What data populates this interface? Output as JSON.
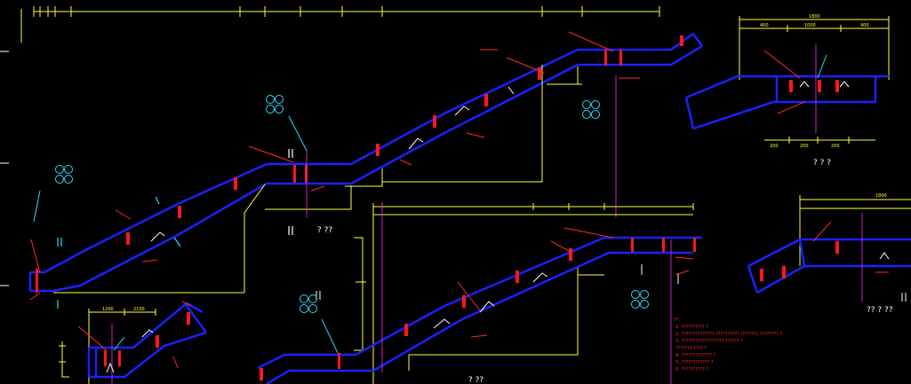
{
  "colors": {
    "background": "#000000",
    "stair_outline": "#1a22ff",
    "rebar": "#ff1a1a",
    "dimension": "#ffff33",
    "leader": "#22e0ff",
    "annotation_text": "#ff2a2a",
    "section_line": "#cc22cc",
    "marker": "#22e0ff"
  },
  "views": {
    "main_stair": {
      "title": "? ??"
    },
    "second_stair": {
      "title": "? ??",
      "bottom_label": "? ??"
    },
    "detail_right_top": {
      "title": "? ? ?",
      "dims_top": [
        "1800"
      ],
      "dims_sub": [
        "400",
        "1000",
        "400"
      ],
      "dims_bottom": [
        "200",
        "200",
        "200"
      ]
    },
    "detail_right_bottom": {
      "title": "?? ? ??",
      "dims_top": [
        "1800"
      ]
    },
    "detail_bottom_left": {
      "dims_top": [
        "1200",
        "2100"
      ]
    }
  },
  "notes": {
    "heading": "??:",
    "items": [
      "1. ?????????? ?",
      "2. ?????????????? ?????????? (??????) ???????? ?",
      "3. ?????????????????? ?????? ?",
      "   ??????? ???? ?",
      "4. ????????????? ?",
      "5. ???????????? ?",
      "6. ?????????? ?"
    ]
  }
}
